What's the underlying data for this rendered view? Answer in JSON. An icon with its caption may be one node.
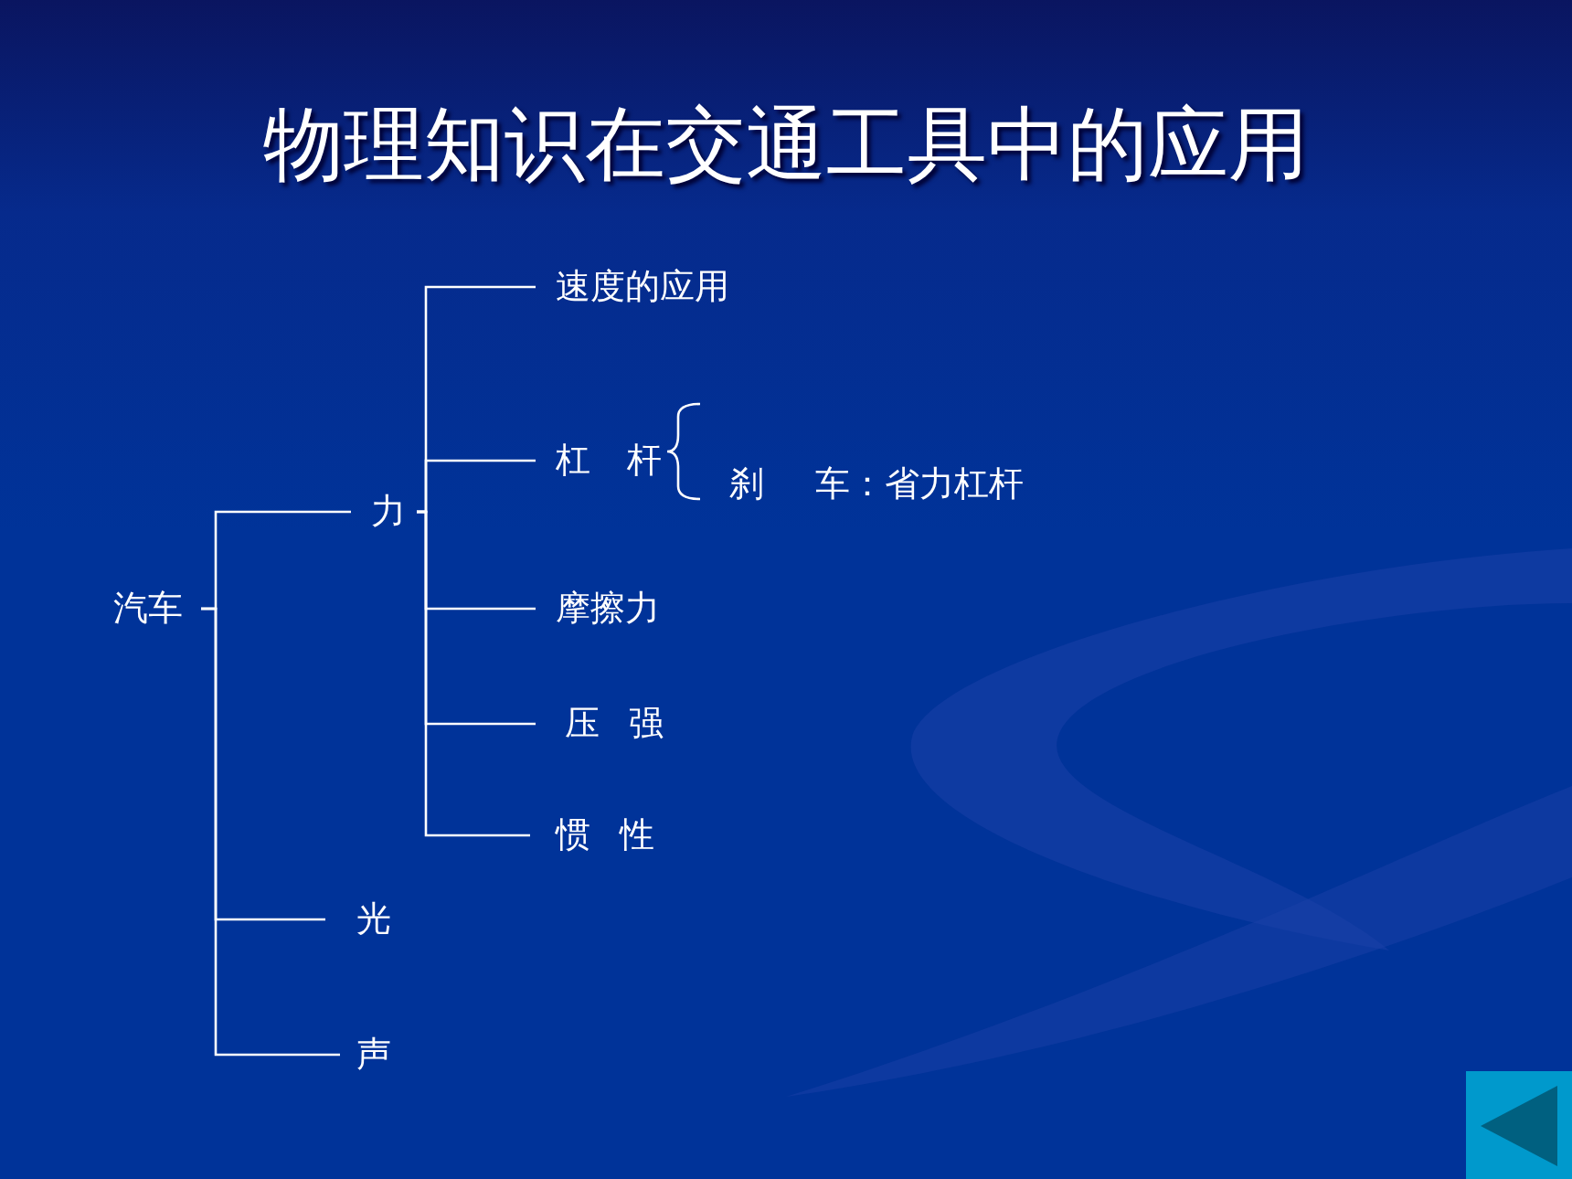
{
  "diagram": {
    "title": "物理知识在交通工具中的应用",
    "nodes": [
      {
        "text": [
          "汽车"
        ]
      },
      {
        "text": [
          "力"
        ]
      },
      {
        "text": [
          "速度的应用"
        ]
      },
      {
        "text": [
          "杠 杆"
        ]
      },
      {
        "text": [
          "刹 车：省力杠杆"
        ]
      },
      {
        "text": [
          "摩擦力"
        ]
      },
      {
        "text": [
          "压 强"
        ]
      },
      {
        "text": [
          "惯 性"
        ]
      },
      {
        "text": [
          "光"
        ]
      },
      {
        "text": [
          "声"
        ]
      }
    ],
    "edges": [
      {
        "from": 0,
        "to": 1,
        "arrow": "none"
      },
      {
        "from": 1,
        "to": 2,
        "arrow": "none"
      },
      {
        "from": 1,
        "to": 3,
        "arrow": "none"
      },
      {
        "from": 3,
        "to": 4,
        "arrow": "none"
      },
      {
        "from": 1,
        "to": 5,
        "arrow": "none"
      },
      {
        "from": 1,
        "to": 6,
        "arrow": "none"
      },
      {
        "from": 1,
        "to": 7,
        "arrow": "none"
      },
      {
        "from": 0,
        "to": 8,
        "arrow": "none"
      },
      {
        "from": 0,
        "to": 9,
        "arrow": "none"
      }
    ]
  }
}
